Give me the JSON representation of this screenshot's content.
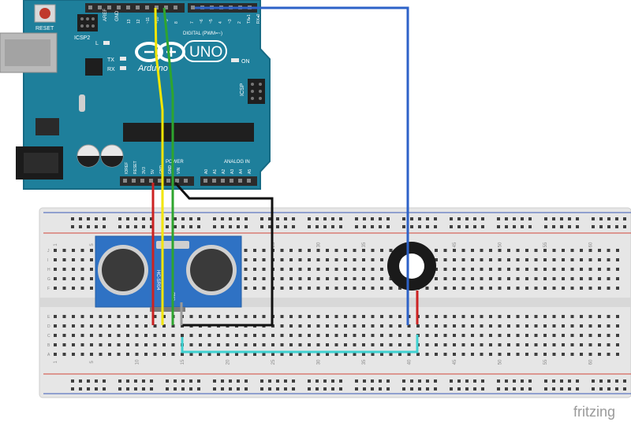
{
  "board": {
    "reset_label": "RESET",
    "icsp2_label": "ICSP2",
    "aref_label": "AREF",
    "gnd_label": "GND",
    "digital_label": "DIGITAL (PWM=~)",
    "uno_label": "UNO",
    "arduino_label": "Arduino",
    "on_label": "ON",
    "l_label": "L",
    "tx_label": "TX",
    "rx_label": "RX",
    "icsp_label": "ICSP",
    "power_label": "POWER",
    "analog_label": "ANALOG IN",
    "top_pin_labels": [
      "13",
      "12",
      "~11",
      "~10",
      "~9",
      "8",
      "7",
      "~6",
      "~5",
      "4",
      "~3",
      "2",
      "TX▸1",
      "RX◂0"
    ],
    "power_pin_labels": [
      "IOREF",
      "RESET",
      "3V3",
      "5V",
      "GND",
      "GND",
      "VIN"
    ],
    "analog_pin_labels": [
      "A0",
      "A1",
      "A2",
      "A3",
      "A4",
      "A5"
    ],
    "colors": {
      "pcb": "#1e7f9b",
      "pcb_dark": "#166a84",
      "header": "#2b2b2b"
    }
  },
  "breadboard": {
    "column_numbers": [
      "1",
      "5",
      "10",
      "15",
      "20",
      "25",
      "30",
      "35",
      "40",
      "45",
      "50",
      "55",
      "60"
    ],
    "row_letters_top": [
      "J",
      "I",
      "H",
      "G",
      "F"
    ],
    "row_letters_bottom": [
      "E",
      "D",
      "C",
      "B",
      "A"
    ],
    "colors": {
      "body": "#e6e6e6",
      "rail_red": "#d2463b",
      "rail_blue": "#3a5bb8",
      "hole": "#3f3f3f"
    }
  },
  "sensor": {
    "chip_text": "HC-SR04",
    "pin_label": "GND",
    "color": "#2f72c4"
  },
  "buzzer": {
    "color": "#1a1a1a"
  },
  "wires": {
    "colors": {
      "red": "#cc2222",
      "yellow": "#f2e600",
      "green": "#2ea52e",
      "black": "#111111",
      "blue": "#2d62c8",
      "cyan": "#3fd1d1"
    }
  },
  "footer": {
    "brand": "fritzing"
  }
}
